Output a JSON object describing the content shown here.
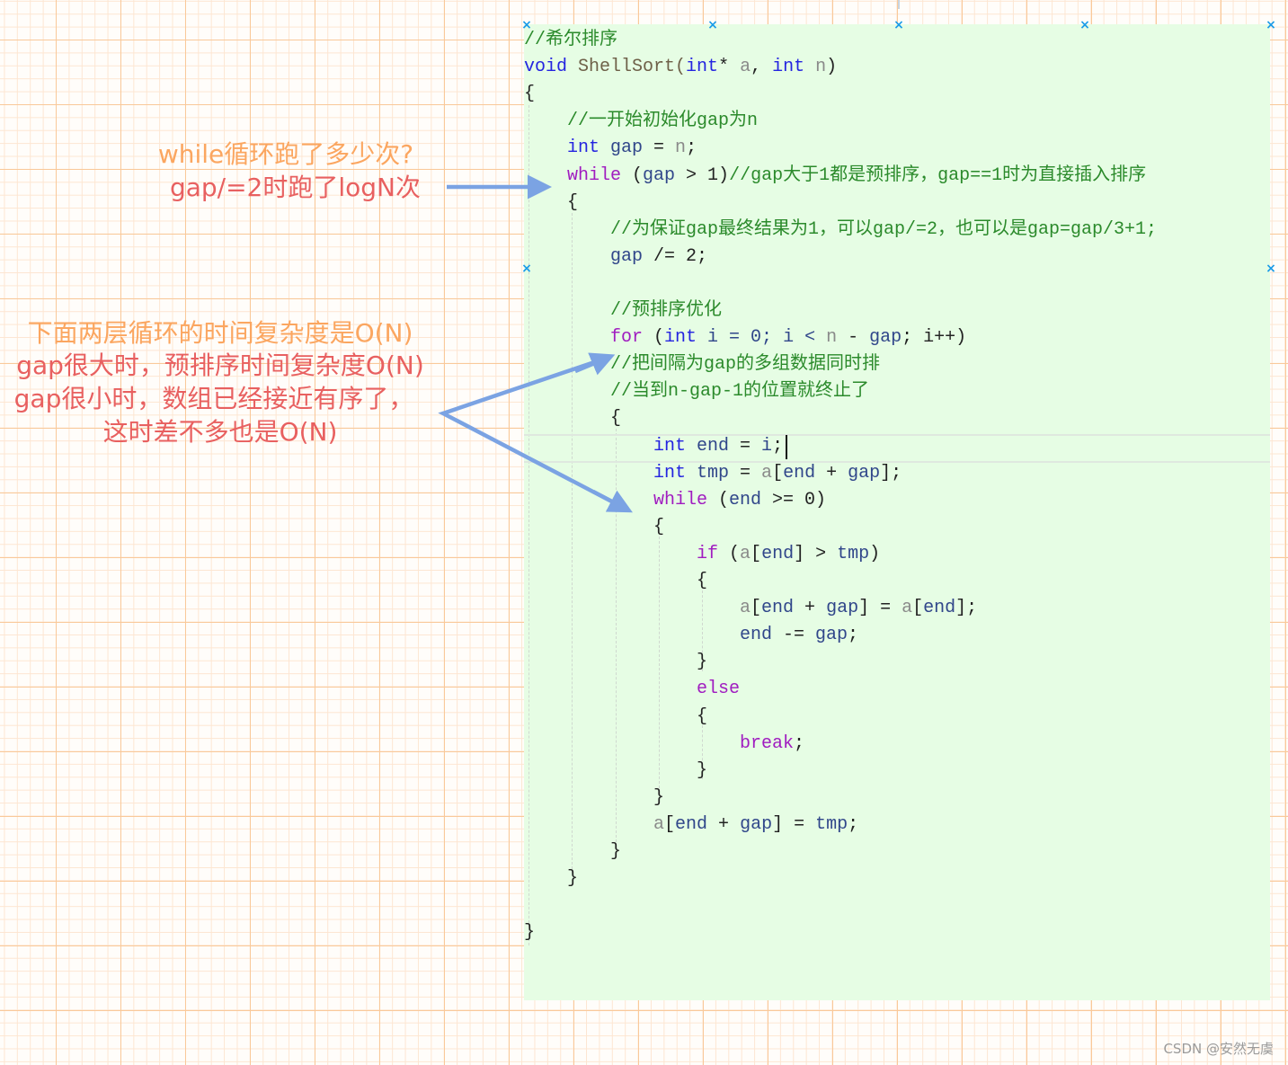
{
  "annotations": {
    "while_question": "while循环跑了多少次?",
    "while_answer": "gap/=2时跑了logN次",
    "inner_title": "下面两层循环的时间复杂度是O(N)",
    "inner_line2": "gap很大时，预排序时间复杂度O(N)",
    "inner_line3": "gap很小时，数组已经接近有序了，",
    "inner_line4": "这时差不多也是O(N)"
  },
  "colors": {
    "accent_arrow": "#7ba3e3",
    "code_bg": "#e6fde4",
    "keyword": "#2424e0",
    "control": "#a01cc0",
    "comment": "#2b8a2b"
  },
  "code": [
    {
      "row": 0,
      "indent": 0,
      "tokens": [
        [
          "//希尔排序",
          "m"
        ]
      ]
    },
    {
      "row": 1,
      "indent": 0,
      "tokens": [
        [
          "void",
          "k"
        ],
        [
          " ShellSort(",
          "f"
        ],
        [
          "int",
          "k"
        ],
        [
          "* ",
          "t"
        ],
        [
          "a",
          "p"
        ],
        [
          ", ",
          "t"
        ],
        [
          "int",
          "k"
        ],
        [
          " ",
          "t"
        ],
        [
          "n",
          "p"
        ],
        [
          ")",
          "t"
        ]
      ]
    },
    {
      "row": 2,
      "indent": 0,
      "tokens": [
        [
          "{",
          "t"
        ]
      ]
    },
    {
      "row": 3,
      "indent": 1,
      "tokens": [
        [
          "//一开始初始化gap为n",
          "m"
        ]
      ]
    },
    {
      "row": 4,
      "indent": 1,
      "tokens": [
        [
          "int",
          "k"
        ],
        [
          " gap",
          "v"
        ],
        [
          " = ",
          "t"
        ],
        [
          "n",
          "p"
        ],
        [
          ";",
          "t"
        ]
      ]
    },
    {
      "row": 5,
      "indent": 1,
      "tokens": [
        [
          "while",
          "c"
        ],
        [
          " (",
          "t"
        ],
        [
          "gap",
          "v"
        ],
        [
          " > 1)",
          "t"
        ],
        [
          "//gap大于1都是预排序，gap==1时为直接插入排序",
          "m"
        ]
      ]
    },
    {
      "row": 6,
      "indent": 1,
      "tokens": [
        [
          "{",
          "t"
        ]
      ]
    },
    {
      "row": 7,
      "indent": 2,
      "tokens": [
        [
          "//为保证gap最终结果为1，可以gap/=2，也可以是gap=gap/3+1;",
          "m"
        ]
      ]
    },
    {
      "row": 8,
      "indent": 2,
      "tokens": [
        [
          "gap",
          "v"
        ],
        [
          " /= 2;",
          "t"
        ]
      ]
    },
    {
      "row": 10,
      "indent": 2,
      "tokens": [
        [
          "//预排序优化",
          "m"
        ]
      ]
    },
    {
      "row": 11,
      "indent": 2,
      "tokens": [
        [
          "for",
          "c"
        ],
        [
          " (",
          "t"
        ],
        [
          "int",
          "k"
        ],
        [
          " i = 0; i < ",
          "v"
        ],
        [
          "n",
          "p"
        ],
        [
          " - ",
          "t"
        ],
        [
          "gap",
          "v"
        ],
        [
          "; i++)",
          "t"
        ]
      ]
    },
    {
      "row": 12,
      "indent": 2,
      "tokens": [
        [
          "//把间隔为gap的多组数据同时排",
          "m"
        ]
      ]
    },
    {
      "row": 13,
      "indent": 2,
      "tokens": [
        [
          "//当到n-gap-1的位置就终止了",
          "m"
        ]
      ]
    },
    {
      "row": 14,
      "indent": 2,
      "tokens": [
        [
          "{",
          "t"
        ]
      ]
    },
    {
      "row": 15,
      "indent": 3,
      "tokens": [
        [
          "int",
          "k"
        ],
        [
          " end",
          "v"
        ],
        [
          " = ",
          "t"
        ],
        [
          "i",
          "v"
        ],
        [
          ";",
          "t"
        ]
      ]
    },
    {
      "row": 16,
      "indent": 3,
      "tokens": [
        [
          "int",
          "k"
        ],
        [
          " tmp",
          "v"
        ],
        [
          " = ",
          "t"
        ],
        [
          "a",
          "p"
        ],
        [
          "[",
          "t"
        ],
        [
          "end",
          "v"
        ],
        [
          " + ",
          "t"
        ],
        [
          "gap",
          "v"
        ],
        [
          "];",
          "t"
        ]
      ]
    },
    {
      "row": 17,
      "indent": 3,
      "tokens": [
        [
          "while",
          "c"
        ],
        [
          " (",
          "t"
        ],
        [
          "end",
          "v"
        ],
        [
          " >= 0)",
          "t"
        ]
      ]
    },
    {
      "row": 18,
      "indent": 3,
      "tokens": [
        [
          "{",
          "t"
        ]
      ]
    },
    {
      "row": 19,
      "indent": 4,
      "tokens": [
        [
          "if",
          "c"
        ],
        [
          " (",
          "t"
        ],
        [
          "a",
          "p"
        ],
        [
          "[",
          "t"
        ],
        [
          "end",
          "v"
        ],
        [
          "] > ",
          "t"
        ],
        [
          "tmp",
          "v"
        ],
        [
          ")",
          "t"
        ]
      ]
    },
    {
      "row": 20,
      "indent": 4,
      "tokens": [
        [
          "{",
          "t"
        ]
      ]
    },
    {
      "row": 21,
      "indent": 5,
      "tokens": [
        [
          "a",
          "p"
        ],
        [
          "[",
          "t"
        ],
        [
          "end",
          "v"
        ],
        [
          " + ",
          "t"
        ],
        [
          "gap",
          "v"
        ],
        [
          "] = ",
          "t"
        ],
        [
          "a",
          "p"
        ],
        [
          "[",
          "t"
        ],
        [
          "end",
          "v"
        ],
        [
          "];",
          "t"
        ]
      ]
    },
    {
      "row": 22,
      "indent": 5,
      "tokens": [
        [
          "end",
          "v"
        ],
        [
          " -= ",
          "t"
        ],
        [
          "gap",
          "v"
        ],
        [
          ";",
          "t"
        ]
      ]
    },
    {
      "row": 23,
      "indent": 4,
      "tokens": [
        [
          "}",
          "t"
        ]
      ]
    },
    {
      "row": 24,
      "indent": 4,
      "tokens": [
        [
          "else",
          "c"
        ]
      ]
    },
    {
      "row": 25,
      "indent": 4,
      "tokens": [
        [
          "{",
          "t"
        ]
      ]
    },
    {
      "row": 26,
      "indent": 5,
      "tokens": [
        [
          "break",
          "c"
        ],
        [
          ";",
          "t"
        ]
      ]
    },
    {
      "row": 27,
      "indent": 4,
      "tokens": [
        [
          "}",
          "t"
        ]
      ]
    },
    {
      "row": 28,
      "indent": 3,
      "tokens": [
        [
          "}",
          "t"
        ]
      ]
    },
    {
      "row": 29,
      "indent": 3,
      "tokens": [
        [
          "a",
          "p"
        ],
        [
          "[",
          "t"
        ],
        [
          "end",
          "v"
        ],
        [
          " + ",
          "t"
        ],
        [
          "gap",
          "v"
        ],
        [
          "] = ",
          "t"
        ],
        [
          "tmp",
          "v"
        ],
        [
          ";",
          "t"
        ]
      ]
    },
    {
      "row": 30,
      "indent": 2,
      "tokens": [
        [
          "}",
          "t"
        ]
      ]
    },
    {
      "row": 31,
      "indent": 1,
      "tokens": [
        [
          "}",
          "t"
        ]
      ]
    },
    {
      "row": 33,
      "indent": 0,
      "tokens": [
        [
          "}",
          "t"
        ]
      ]
    }
  ],
  "watermark": "CSDN @安然无虞"
}
